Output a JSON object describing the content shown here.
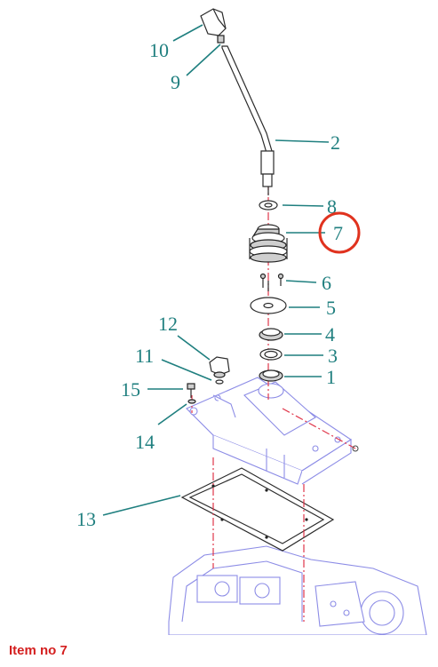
{
  "diagram": {
    "callouts": [
      {
        "id": "10",
        "label": "10"
      },
      {
        "id": "9",
        "label": "9"
      },
      {
        "id": "2",
        "label": "2"
      },
      {
        "id": "8",
        "label": "8"
      },
      {
        "id": "7",
        "label": "7"
      },
      {
        "id": "6",
        "label": "6"
      },
      {
        "id": "5",
        "label": "5"
      },
      {
        "id": "4",
        "label": "4"
      },
      {
        "id": "3",
        "label": "3"
      },
      {
        "id": "1",
        "label": "1"
      },
      {
        "id": "12",
        "label": "12"
      },
      {
        "id": "11",
        "label": "11"
      },
      {
        "id": "15",
        "label": "15"
      },
      {
        "id": "14",
        "label": "14"
      },
      {
        "id": "13",
        "label": "13"
      }
    ],
    "highlighted_item": "7"
  },
  "caption": "Item no 7",
  "colors": {
    "callout": "#1f7f7f",
    "highlight": "#e0321e",
    "caption": "#d41f1f",
    "housing": "#8c8ce6",
    "centerline": "#e0364a"
  }
}
